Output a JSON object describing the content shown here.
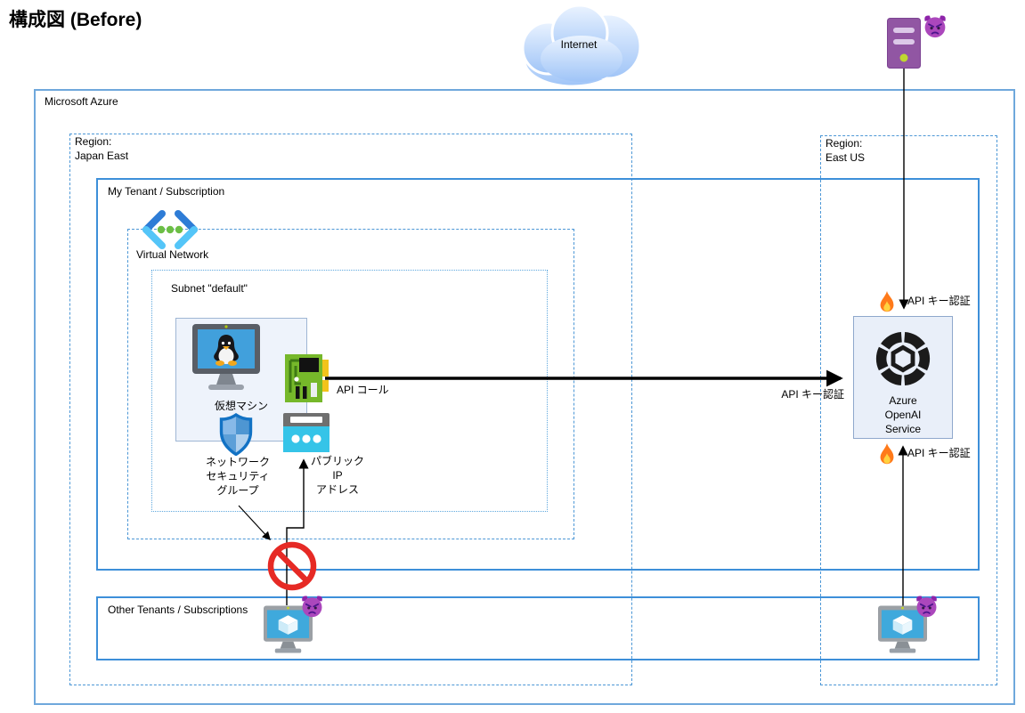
{
  "title": "構成図 (Before)",
  "internet": {
    "label": "Internet"
  },
  "attacker": {
    "icon": "attacker-server-icon",
    "threat_icon": "devil-icon"
  },
  "azure": {
    "label": "Microsoft Azure",
    "regions": [
      {
        "label": "Region:\nJapan East"
      },
      {
        "label": "Region:\nEast US"
      }
    ],
    "my_tenant": {
      "label": "My Tenant / Subscription",
      "virtual_network": {
        "label": "Virtual Network",
        "subnet": {
          "label": "Subnet \"default\"",
          "vm": {
            "label": "仮想マシン",
            "icon": "vm-linux-monitor-icon"
          },
          "nic": {
            "icon": "nic-icon"
          },
          "nsg": {
            "label": "ネットワーク\nセキュリティ\nグループ",
            "icon": "nsg-shield-icon"
          },
          "public_ip": {
            "label": "パブリック\nIP\nアドレス",
            "icon": "public-ip-icon"
          }
        }
      },
      "openai": {
        "label": "Azure\nOpenAI\nService",
        "icon": "openai-logo-icon"
      }
    },
    "other_tenants": {
      "label": "Other Tenants / Subscriptions"
    }
  },
  "annotations": {
    "api_call": "API コール",
    "api_key_auth_request": "API キー認証",
    "api_key_auth_attacker_top": "API キー認証",
    "api_key_auth_attacker_bottom": "API キー認証"
  },
  "icons": {
    "internet-cloud-icon": "☁",
    "attacker-server-icon": "🖥",
    "devil-icon": "👿",
    "fire-icon": "🔥",
    "virtual-network-icon": "<···>",
    "vm-linux-monitor-icon": "🐧",
    "nic-icon": "▦",
    "nsg-shield-icon": "🛡",
    "public-ip-icon": "▣",
    "prohibition-icon": "🚫",
    "azure-vm-monitor-icon": "🖥",
    "openai-logo-icon": "✣"
  },
  "colors": {
    "azure_border": "#6FA8DC",
    "tenant_border": "#3D8FD9",
    "region_dash": "#4C97D6",
    "subnet_dash": "#5FA8DE",
    "node_fill": "#EEF3FB",
    "node_border": "#9FB6D4",
    "arrow": "#000000",
    "prohibition_red": "#E62A25",
    "nic_green": "#76B82A",
    "public_ip_cyan": "#35C4E8",
    "server_purple": "#9156A3",
    "shield_blue": "#1272C4",
    "vnet_dot_green": "#6CBE45",
    "cloud_blue": "#9FC4F7"
  }
}
